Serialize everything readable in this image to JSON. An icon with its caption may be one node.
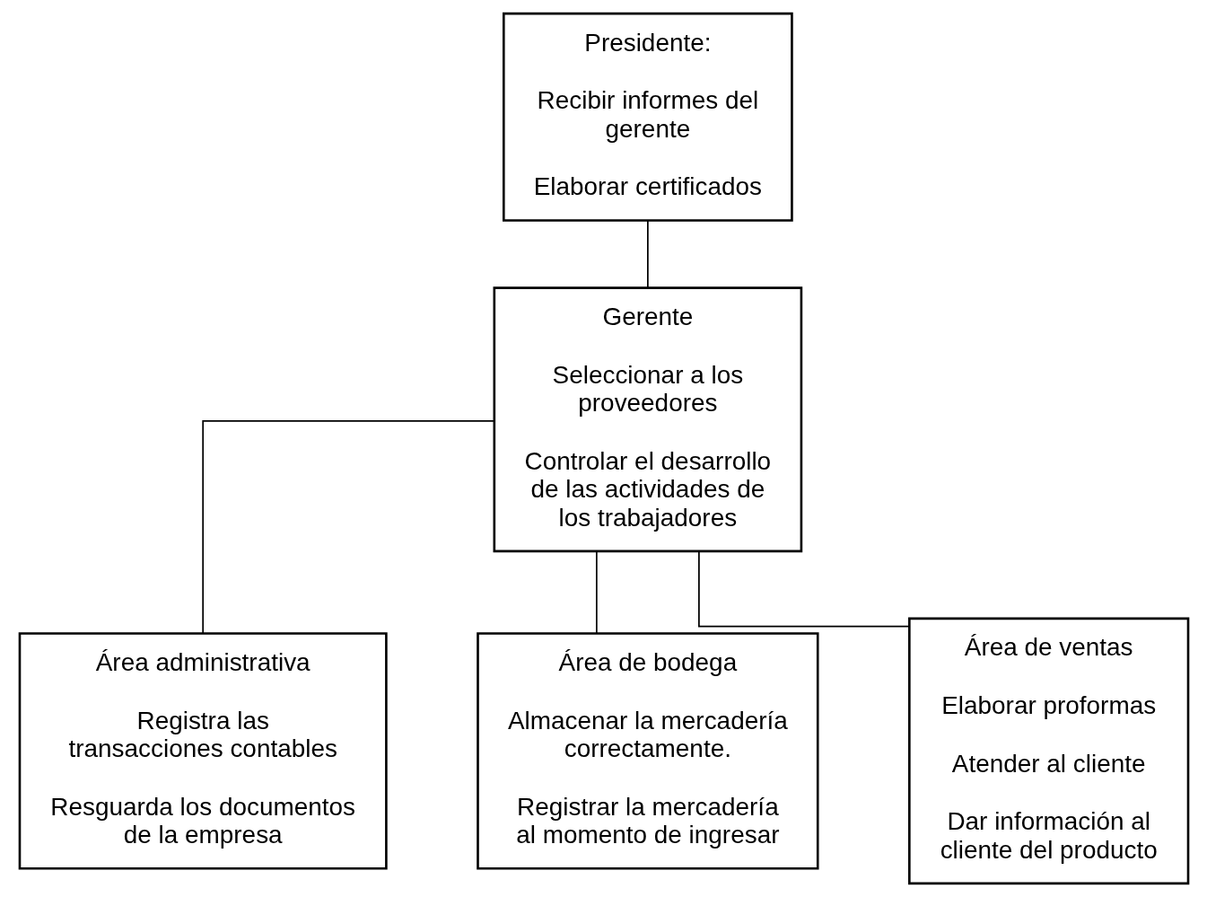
{
  "diagram": {
    "nodes": [
      {
        "text": [
          "Presidente:",
          "Recibir informes del gerente",
          "Elaborar certificados"
        ]
      },
      {
        "text": [
          "Gerente",
          "Seleccionar a los proveedores",
          "Controlar el desarrollo de las actividades de los trabajadores"
        ]
      },
      {
        "text": [
          "Área administrativa",
          "Registra las transacciones contables",
          "Resguarda los documentos de la empresa"
        ]
      },
      {
        "text": [
          "Área de bodega",
          "Almacenar la mercadería correctamente.",
          "Registrar la mercadería al momento de ingresar"
        ]
      },
      {
        "text": [
          "Área de ventas",
          "Elaborar proformas",
          "Atender al cliente",
          "Dar información al cliente del producto"
        ]
      }
    ],
    "edges": [
      {
        "from": 0,
        "to": 1,
        "arrow": "none"
      },
      {
        "from": 1,
        "to": 2,
        "arrow": "none"
      },
      {
        "from": 1,
        "to": 3,
        "arrow": "none"
      },
      {
        "from": 1,
        "to": 4,
        "arrow": "none"
      }
    ]
  }
}
